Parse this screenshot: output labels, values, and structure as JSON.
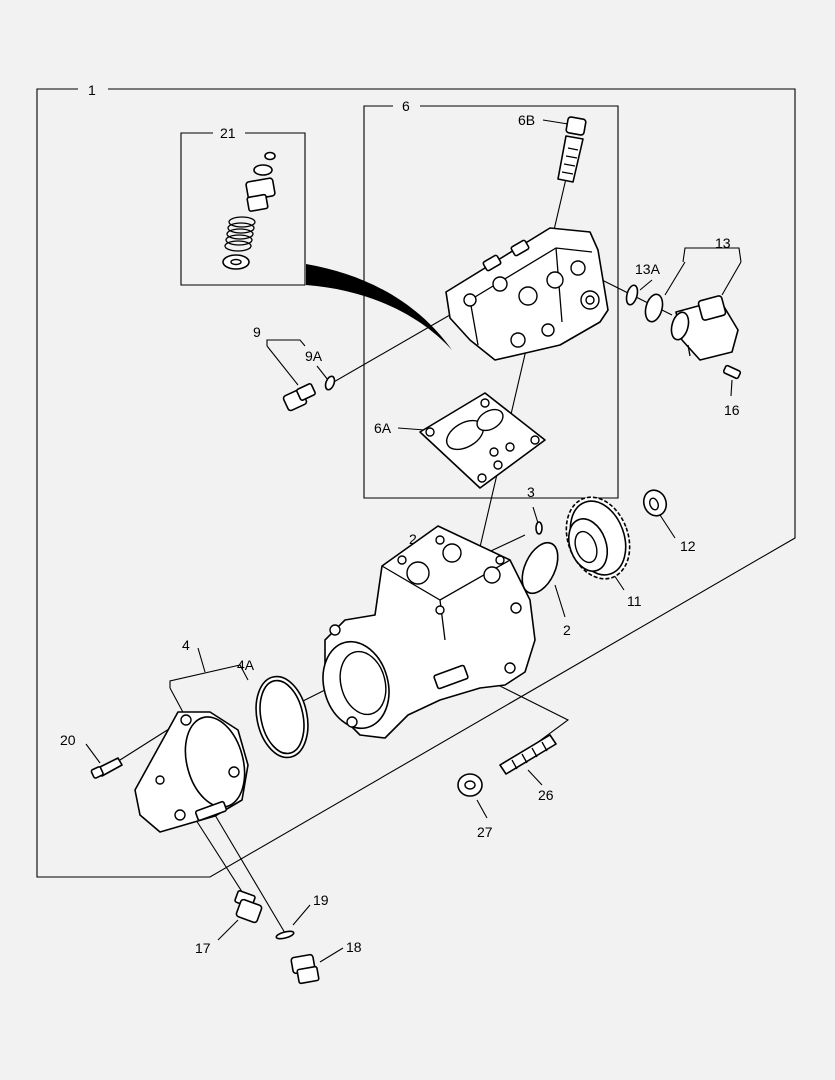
{
  "diagram": {
    "labels": {
      "l1": "1",
      "l2a": "2",
      "l2b": "2",
      "l3": "3",
      "l4": "4",
      "l4a": "4A",
      "l6": "6",
      "l6a": "6A",
      "l6b": "6B",
      "l9": "9",
      "l9a": "9A",
      "l11": "11",
      "l12": "12",
      "l13": "13",
      "l13a": "13A",
      "l16": "16",
      "l17": "17",
      "l18": "18",
      "l19": "19",
      "l20": "20",
      "l21": "21",
      "l26": "26",
      "l27": "27"
    }
  }
}
